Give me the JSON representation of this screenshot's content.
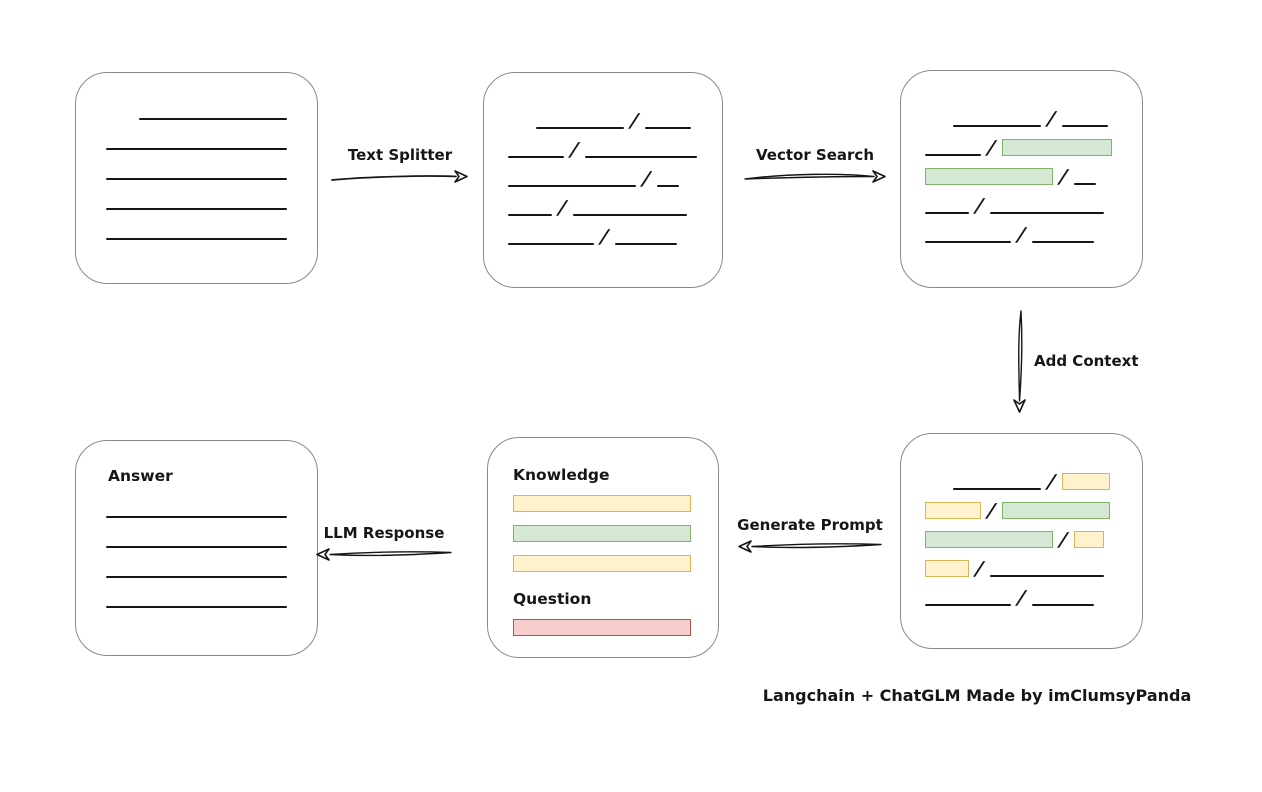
{
  "diagram": {
    "caption": "Langchain + ChatGLM Made by imClumsyPanda",
    "colors": {
      "background": "#ffffff",
      "box_border": "#8a8a8a",
      "stroke": "#161616",
      "green_fill": "#d5e8d4",
      "green_border": "#82b366",
      "yellow_fill": "#fff2cc",
      "yellow_border": "#d6b656",
      "red_fill": "#f8cecc",
      "red_border": "#b85450"
    },
    "arrows": {
      "text_splitter": {
        "label": "Text Splitter",
        "direction": "right"
      },
      "vector_search": {
        "label": "Vector Search",
        "direction": "right"
      },
      "add_context": {
        "label": "Add Context",
        "direction": "down"
      },
      "generate_prompt": {
        "label": "Generate Prompt",
        "direction": "left"
      },
      "llm_response": {
        "label": "LLM Response",
        "direction": "left"
      }
    },
    "boxes": {
      "document": {
        "rows": [
          [
            "line:148:33"
          ],
          [
            "line:182"
          ],
          [
            "line:182"
          ],
          [
            "line:182"
          ],
          [
            "line:182"
          ]
        ]
      },
      "split_chunks": {
        "rows": [
          [
            "line:88:28",
            "line:46"
          ],
          [
            "line:56",
            "line:112"
          ],
          [
            "line:128",
            "line:22"
          ],
          [
            "line:44",
            "line:114"
          ],
          [
            "line:86",
            "line:62"
          ]
        ]
      },
      "vector_matched": {
        "rows": [
          [
            "line:88:28",
            "line:46"
          ],
          [
            "line:56",
            "green:110"
          ],
          [
            "green:128",
            "line:22"
          ],
          [
            "line:44",
            "line:114"
          ],
          [
            "line:86",
            "line:62"
          ]
        ]
      },
      "context_chunks": {
        "rows": [
          [
            "line:88:28",
            "yellow:48"
          ],
          [
            "yellow:56",
            "green:108"
          ],
          [
            "green:128",
            "yellow:30"
          ],
          [
            "yellow:44",
            "line:114"
          ],
          [
            "line:86",
            "line:62"
          ]
        ]
      },
      "prompt": {
        "knowledge_label": "Knowledge",
        "question_label": "Question",
        "knowledge_bars": [
          [
            "yellow:178"
          ],
          [
            "green:178"
          ],
          [
            "yellow:178"
          ]
        ],
        "question_bars": [
          [
            "red:178"
          ]
        ]
      },
      "answer": {
        "label": "Answer",
        "rows": [
          [
            "line:182"
          ],
          [
            "line:182"
          ],
          [
            "line:182"
          ],
          [
            "line:182"
          ]
        ]
      }
    }
  }
}
